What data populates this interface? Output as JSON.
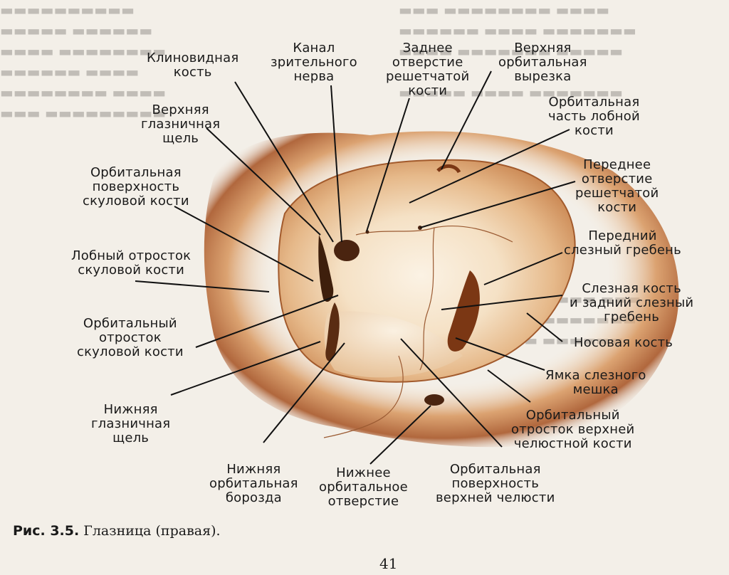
{
  "figure": {
    "labels": {
      "sphenoid": [
        "Клиновидная",
        "кость"
      ],
      "optic_canal": [
        "Канал",
        "зрительного",
        "нерва"
      ],
      "post_ethmoid": [
        "Заднее",
        "отверстие",
        "решетчатой",
        "кости"
      ],
      "sup_notch": [
        "Верхняя",
        "орбитальная",
        "вырезка"
      ],
      "sup_fissure": [
        "Верхняя",
        "глазничная",
        "щель"
      ],
      "frontal_orbital": [
        "Орбитальная",
        "часть лобной",
        "кости"
      ],
      "zyg_surface": [
        "Орбитальная",
        "поверхность",
        "скуловой кости"
      ],
      "ant_ethmoid": [
        "Переднее",
        "отверстие",
        "решетчатой",
        "кости"
      ],
      "frontal_process": [
        "Лобный отросток",
        "скуловой кости"
      ],
      "ant_crest": [
        "Передний",
        "слезный гребень"
      ],
      "lacrimal": [
        "Слезная кость",
        "и задний слезный",
        "гребень"
      ],
      "zyg_orbital": [
        "Орбитальный",
        "отросток",
        "скуловой кости"
      ],
      "nasal": [
        "Носовая кость"
      ],
      "fossa": [
        "Ямка слезного",
        "мешка"
      ],
      "inf_fissure": [
        "Нижняя",
        "глазничная",
        "щель"
      ],
      "maxilla_process": [
        "Орбитальный",
        "отросток верхней",
        "челюстной кости"
      ],
      "inf_groove": [
        "Нижняя",
        "орбитальная",
        "борозда"
      ],
      "inf_foramen": [
        "Нижнее",
        "орбитальное",
        "отверстие"
      ],
      "maxilla_surface": [
        "Орбитальная",
        "поверхность",
        "верхней челюсти"
      ]
    }
  },
  "caption": {
    "number": "Рис. 3.5.",
    "text": " Глазница (правая)."
  },
  "page_number": "41"
}
